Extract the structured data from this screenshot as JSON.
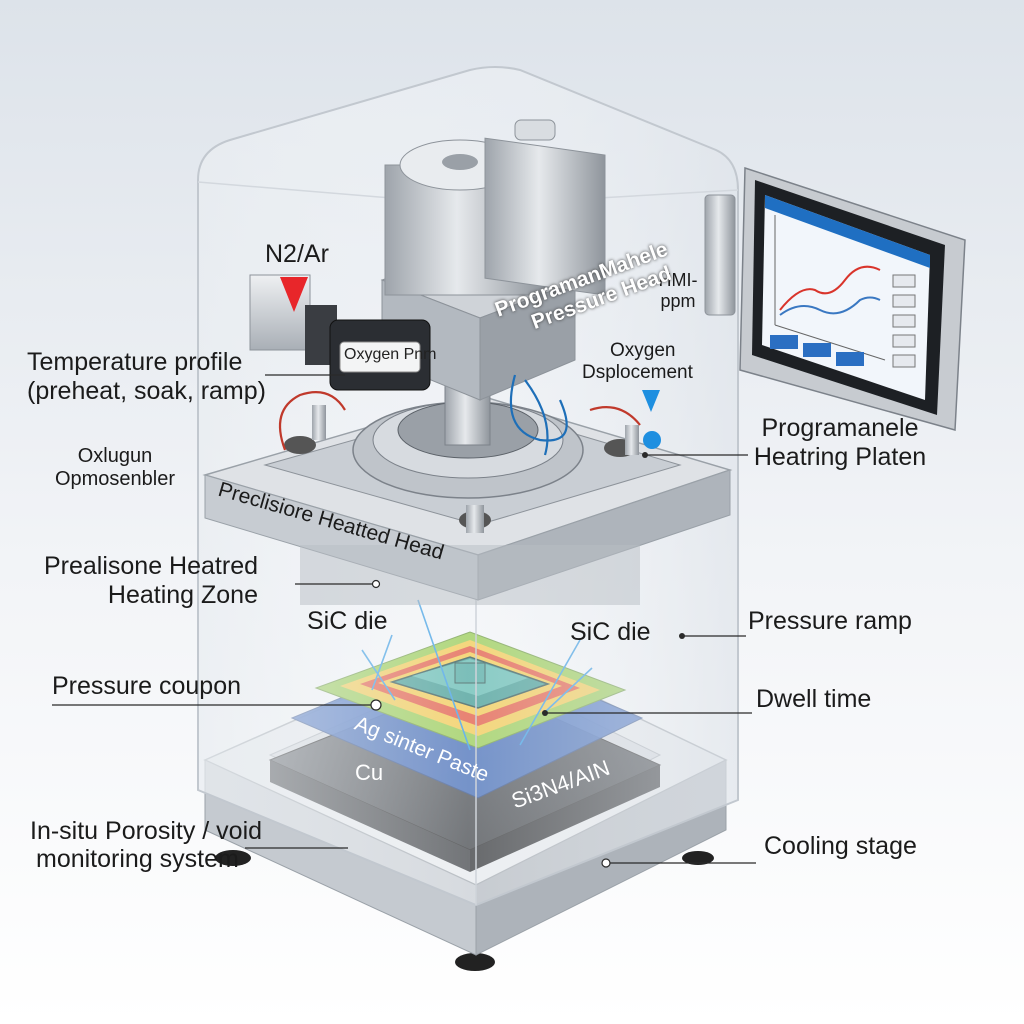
{
  "gas": {
    "label": "N2/Ar"
  },
  "hmi": {
    "tag_line1": "HMI-",
    "tag_line2": "ppm"
  },
  "head": {
    "label_line1": "ProgramanMahele",
    "label_line2": "Pressure Head"
  },
  "oxygen_badge": {
    "text": "Oxygen Pnm"
  },
  "callouts": {
    "temp_profile_line1": "Temperature profile",
    "temp_profile_line2": "(preheat, soak, ramp)",
    "oxygen_disp_line1": "Oxygen",
    "oxygen_disp_line2": "Dsplocement",
    "oxlugun_line1": "Oxlugun",
    "oxlugun_line2": "Opmosenbler",
    "platen_line1": "Programanele",
    "platen_line2": "Heatring Platen",
    "heated_head": "Preclisiore Heatted Head",
    "heating_zone_line1": "Prealisone Heatred",
    "heating_zone_line2": "Heating Zone",
    "sic_die_left": "SiC die",
    "sic_die_right": "SiC die",
    "pressure_ramp": "Pressure ramp",
    "pressure_coupon": "Pressure coupon",
    "dwell_time": "Dwell time",
    "ag_paste": "Ag sinter Paste",
    "cu": "Cu",
    "substrate": "Si3N4/AIN",
    "porosity_line1": "In-situ Porosity / void",
    "porosity_line2": "monitoring system",
    "cooling_stage": "Cooling stage"
  },
  "colors": {
    "frame": "#cfd4da",
    "metal": "#b9bfc6",
    "red_arrow": "#e8262a",
    "blue_arrow": "#1e8fe0",
    "paste_blue": "#2f5fb8",
    "hot_red": "#e0442a",
    "warm_yellow": "#f2c43a",
    "cool_green": "#8cc63e",
    "die_teal": "#2a8f86",
    "plot_red": "#d9342b",
    "plot_blue": "#3a78c2"
  }
}
